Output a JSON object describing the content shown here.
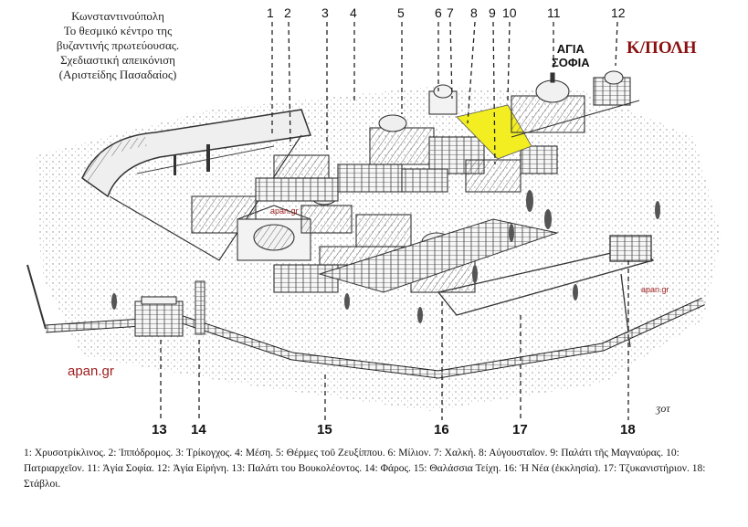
{
  "caption": {
    "lines": [
      "Κωνσταντινούπολη",
      "Το θεσμικό κέντρο της",
      "βυζαντινής πρωτεύουσας.",
      "Σχεδιαστική απεικόνιση",
      "(Αριστείδης Πασαδαίος)"
    ]
  },
  "labels": {
    "hagia_line1": "ΑΓΙΑ",
    "hagia_line2": "ΣΟΦΙΑ",
    "kpoli": "Κ/ΠΟΛΗ",
    "signature": "ʒoτ"
  },
  "watermarks": {
    "large": "apan.gr",
    "small1": "apan.gr",
    "small2": "apan.gr"
  },
  "top_numbers": [
    "1",
    "2",
    "3",
    "4",
    "5",
    "6",
    "7",
    "8",
    "9",
    "10",
    "11",
    "12"
  ],
  "bottom_numbers": [
    "13",
    "14",
    "15",
    "16",
    "17",
    "18"
  ],
  "legend_text": "1: Χρυσοτρίκλινος. 2: Ἱππόδρομος. 3: Τρίκογχος. 4: Μέση. 5: Θέρμες τοῦ Ζευξίππου. 6: Μίλιον. 7: Χαλκή. 8: Αὐγουσταῖον. 9: Παλάτι τῆς Μαγναύρας. 10: Πατριαρχεῖον. 11: Ἁγία Σοφία. 12: Ἁγία Εἰρήνη. 13: Παλάτι του Βουκολέοντος. 14: Φάρος. 15: Θαλάσσια Τείχη. 16: Ἡ Νέα (ἐκκλησία). 17: Τζυκανιστήριον. 18: Στάβλοι.",
  "colors": {
    "augustaion_highlight": "#f2ee22",
    "kpoli_label": "#8b1111",
    "watermark": "#9c1c1c"
  }
}
